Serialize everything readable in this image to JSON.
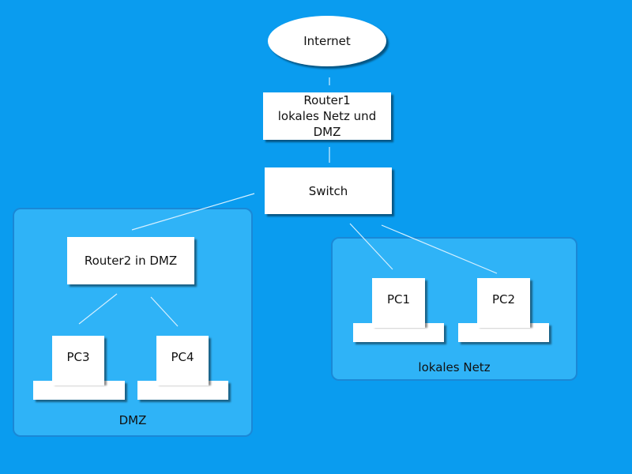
{
  "internet": {
    "label": "Internet"
  },
  "router1": {
    "line1": "Router1",
    "line2": "lokales Netz und DMZ"
  },
  "switch": {
    "label": "Switch"
  },
  "router2": {
    "label": "Router2 in DMZ"
  },
  "dmz_zone": {
    "label": "DMZ"
  },
  "lan_zone": {
    "label": "lokales Netz"
  },
  "pcs": {
    "pc1": "PC1",
    "pc2": "PC2",
    "pc3": "PC3",
    "pc4": "PC4"
  },
  "colors": {
    "background": "#0a9cef",
    "zone_fill": "#2fb3f7",
    "zone_border": "#1a88d6",
    "node_fill": "#ffffff",
    "link": "#d6f0ff"
  }
}
